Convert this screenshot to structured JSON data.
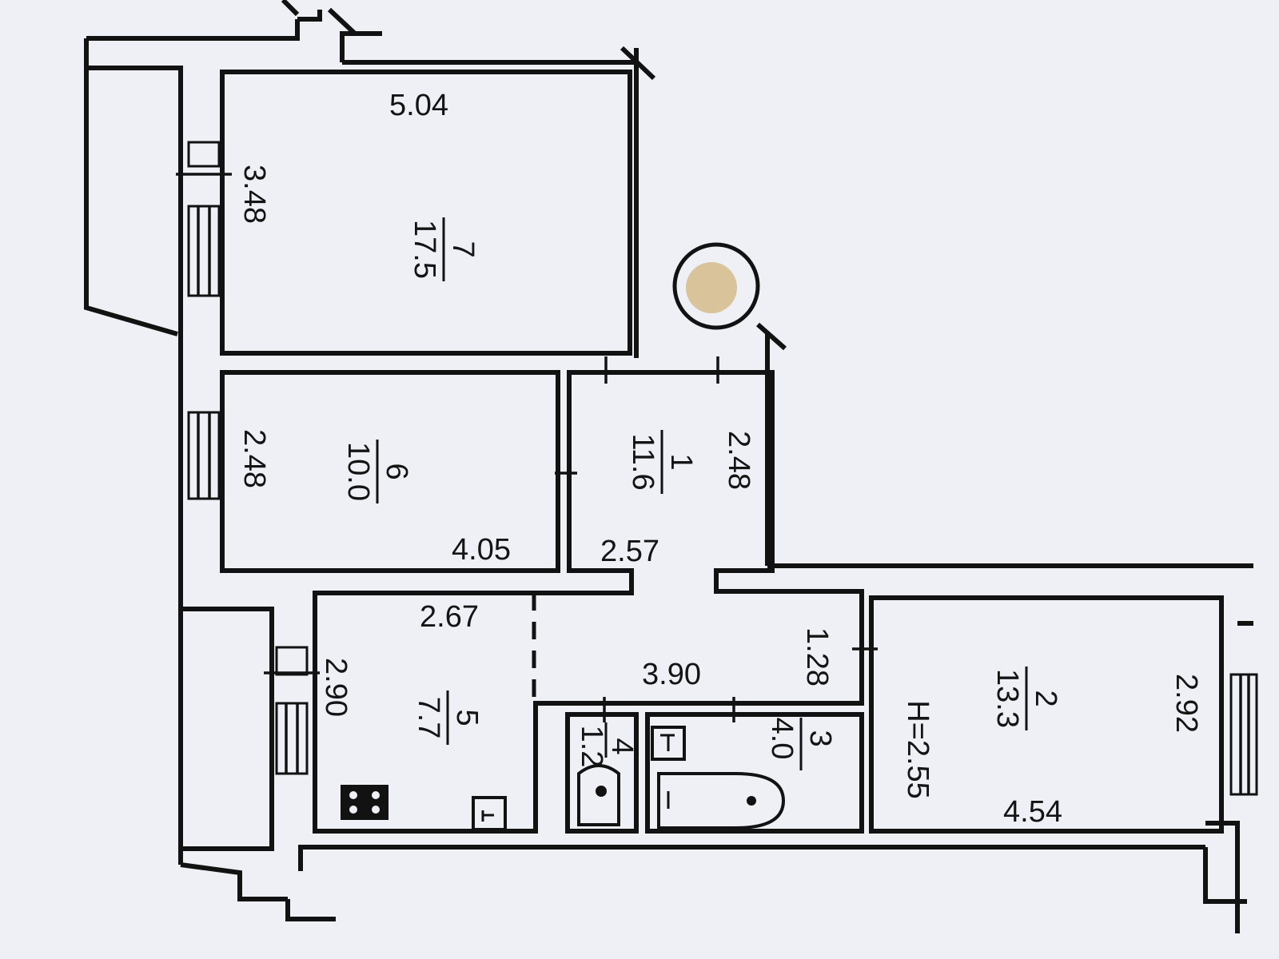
{
  "rooms": [
    {
      "number": "1",
      "area": "11.6"
    },
    {
      "number": "2",
      "area": "13.3"
    },
    {
      "number": "3",
      "area": "4.0"
    },
    {
      "number": "4",
      "area": "1.2"
    },
    {
      "number": "5",
      "area": "7.7"
    },
    {
      "number": "6",
      "area": "10.0"
    },
    {
      "number": "7",
      "area": "17.5"
    }
  ],
  "dimensions": {
    "room7_width": "5.04",
    "room7_depth": "3.48",
    "room6_depth": "2.48",
    "room6_width": "4.05",
    "room1_depth": "2.48",
    "room1_width": "2.57",
    "room5_width": "2.67",
    "room5_depth": "2.90",
    "hall_length": "3.90",
    "hall_width": "1.28",
    "room2_depth": "2.92",
    "room2_width": "4.54"
  },
  "ceiling_height": "H=2.55",
  "colors": {
    "background": "#eef0f6",
    "lines": "#121212",
    "riser_fill": "#d8c39a"
  },
  "icons": [
    "stove-icon",
    "sink-icon",
    "toilet-icon",
    "bathtub-icon",
    "washbasin-icon",
    "riser-icon"
  ]
}
